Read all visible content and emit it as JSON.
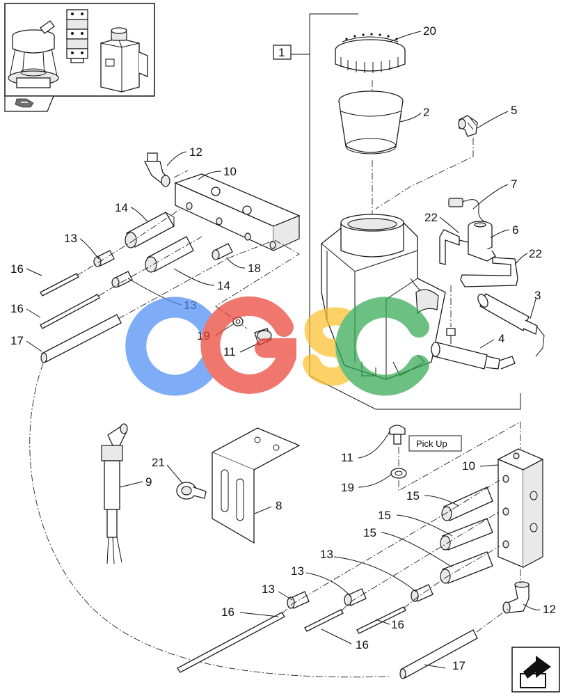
{
  "diagram": {
    "callouts": [
      {
        "id": "c20",
        "text": "20"
      },
      {
        "id": "c1",
        "text": "1"
      },
      {
        "id": "c2",
        "text": "2"
      },
      {
        "id": "c5",
        "text": "5"
      },
      {
        "id": "c12a",
        "text": "12"
      },
      {
        "id": "c10a",
        "text": "10"
      },
      {
        "id": "c7",
        "text": "7"
      },
      {
        "id": "c14a",
        "text": "14"
      },
      {
        "id": "c22a",
        "text": "22"
      },
      {
        "id": "c6",
        "text": "6"
      },
      {
        "id": "c13a",
        "text": "13"
      },
      {
        "id": "c22b",
        "text": "22"
      },
      {
        "id": "c16a",
        "text": "16"
      },
      {
        "id": "c18",
        "text": "18"
      },
      {
        "id": "c14b",
        "text": "14"
      },
      {
        "id": "c3",
        "text": "3"
      },
      {
        "id": "c13b",
        "text": "13"
      },
      {
        "id": "c16b",
        "text": "16"
      },
      {
        "id": "c19a",
        "text": "19"
      },
      {
        "id": "c17a",
        "text": "17"
      },
      {
        "id": "c11a",
        "text": "11"
      },
      {
        "id": "c4",
        "text": "4"
      },
      {
        "id": "c11b",
        "text": "11"
      },
      {
        "id": "c10b",
        "text": "10"
      },
      {
        "id": "c21",
        "text": "21"
      },
      {
        "id": "c19b",
        "text": "19"
      },
      {
        "id": "c9",
        "text": "9"
      },
      {
        "id": "c15a",
        "text": "15"
      },
      {
        "id": "c8",
        "text": "8"
      },
      {
        "id": "c15b",
        "text": "15"
      },
      {
        "id": "c15c",
        "text": "15"
      },
      {
        "id": "c13c",
        "text": "13"
      },
      {
        "id": "c13d",
        "text": "13"
      },
      {
        "id": "c13e",
        "text": "13"
      },
      {
        "id": "c16c",
        "text": "16"
      },
      {
        "id": "c12b",
        "text": "12"
      },
      {
        "id": "c16d",
        "text": "16"
      },
      {
        "id": "c16e",
        "text": "16"
      },
      {
        "id": "c17b",
        "text": "17"
      }
    ],
    "pickup_label": "Pick Up",
    "watermark": "CGSC",
    "watermark_colors": [
      "#4f8df5",
      "#ea4335",
      "#fbc02d",
      "#34a853"
    ]
  }
}
